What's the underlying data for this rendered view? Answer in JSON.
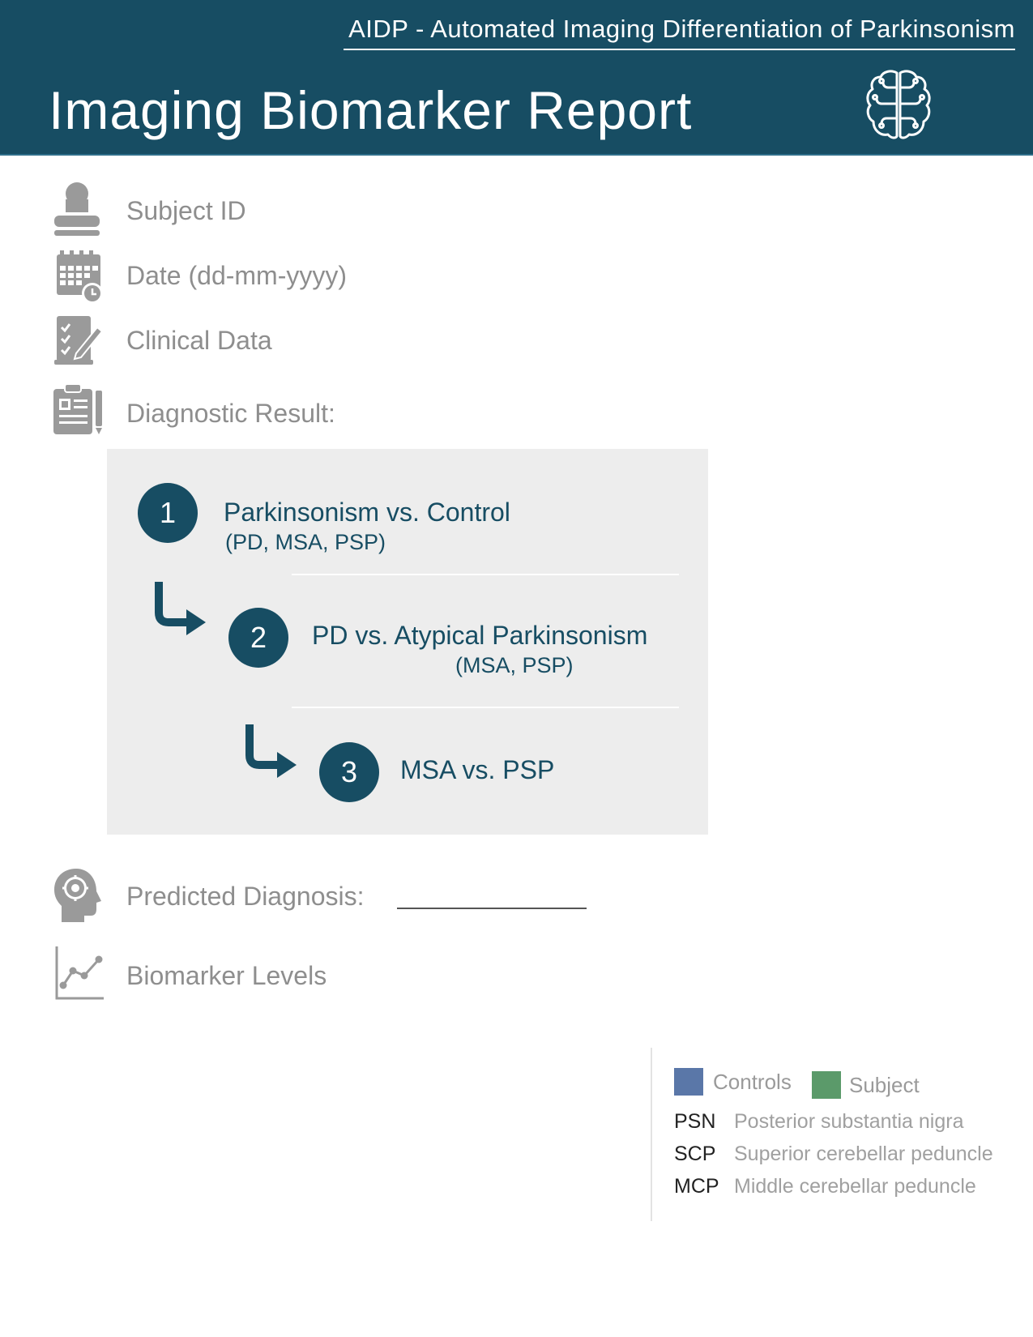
{
  "header": {
    "subtitle": "AIDP -  Automated Imaging Differentiation of Parkinsonism",
    "title": "Imaging Biomarker Report",
    "icon": "brain-icon",
    "background_color": "#174d63"
  },
  "fields": {
    "subject_id": {
      "label": "Subject ID",
      "icon": "user-icon"
    },
    "date": {
      "label": "Date (dd-mm-yyyy)",
      "icon": "calendar-icon"
    },
    "clinical_data": {
      "label": "Clinical Data",
      "icon": "checklist-icon"
    },
    "diagnostic_result": {
      "label": "Diagnostic Result:",
      "icon": "clipboard-icon"
    },
    "predicted_diagnosis": {
      "label": "Predicted Diagnosis:",
      "value": "",
      "icon": "head-gear-icon"
    },
    "biomarker_levels": {
      "label": "Biomarker Levels",
      "icon": "line-chart-icon"
    }
  },
  "diagnostic_steps": [
    {
      "number": "1",
      "title": "Parkinsonism vs. Control",
      "subtitle": "(PD, MSA, PSP)"
    },
    {
      "number": "2",
      "title": "PD vs. Atypical Parkinsonism",
      "subtitle": "(MSA, PSP)"
    },
    {
      "number": "3",
      "title": "MSA vs. PSP",
      "subtitle": ""
    }
  ],
  "legend": {
    "series": [
      {
        "name": "Controls",
        "color": "#5a77a8"
      },
      {
        "name": "Subject",
        "color": "#5b9a6a"
      }
    ],
    "abbreviations": [
      {
        "abbr": "PSN",
        "meaning": "Posterior substantia nigra"
      },
      {
        "abbr": "SCP",
        "meaning": "Superior cerebellar peduncle"
      },
      {
        "abbr": "MCP",
        "meaning": "Middle cerebellar peduncle"
      }
    ]
  }
}
